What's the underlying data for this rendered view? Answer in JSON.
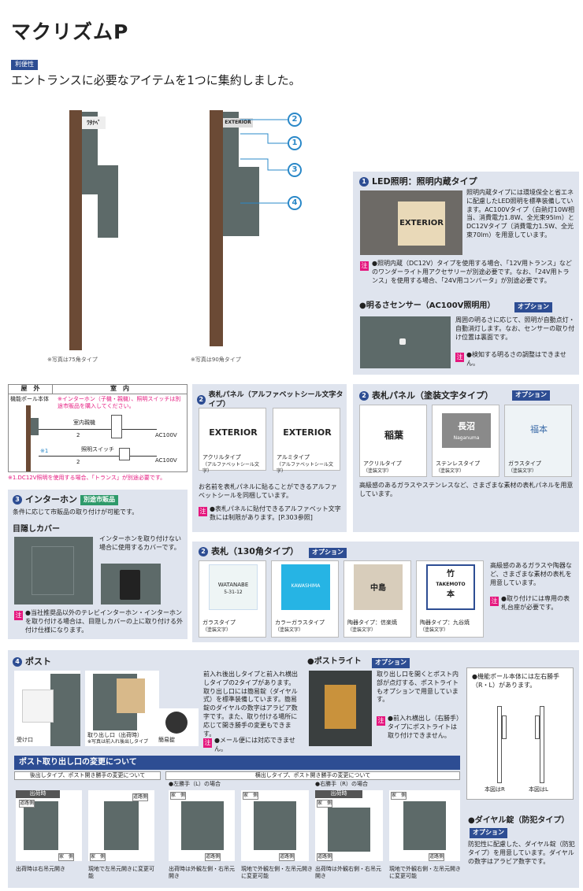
{
  "header": {
    "title": "マクリズムP",
    "tag": "利便性",
    "subtitle": "エントランスに必要なアイテムを1つに集約しました。"
  },
  "products": {
    "caption_left": "※写真は75角タイプ",
    "caption_right": "※写真は90角タイプ",
    "sign_left": "ﾜﾀﾅﾍﾞ",
    "sign_right": "EXTERIOR",
    "callouts": [
      "2",
      "1",
      "3",
      "4"
    ]
  },
  "led": {
    "num": "1",
    "title": "LED照明：照明内蔵タイプ",
    "photo_text": "EXTERIOR",
    "desc": "照明内蔵タイプには環境保全と省エネに配慮したLED照明を標準装備しています。AC100Vタイプ（白熱灯10W相当、消費電力1.8W、全光束95lm）とDC12Vタイプ（消費電力1.5W、全光束70lm）を用意しています。",
    "note_mark": "注",
    "note": "●照明内蔵（DC12V）タイプを使用する場合、「12V用トランス」などのワンダーライト用アクセサリーが別途必要です。なお、「24V用トランス」を使用する場合、「24V用コンバータ」が別途必要です。",
    "sensor_title": "●明るさセンサー（AC100V照明用）",
    "sensor_opt": "オプション",
    "sensor_desc": "周囲の明るさに応じて、照明が自動点灯・自動消灯します。なお、センサーの取り付け位置は裏面です。",
    "sensor_note": "●検知する明るさの調整はできません。"
  },
  "wiring": {
    "outside": "屋　外",
    "inside": "室　内",
    "pole_label": "機能ポール本体",
    "warn": "※インターホン（子機・親機）、照明スイッチは別途市販品を購入してください。",
    "master": "室内親機",
    "switch": "照明スイッチ",
    "ac1": "AC100V",
    "ac2": "AC100V",
    "f1": "2",
    "f2": "2",
    "mark": "※1",
    "footnote": "※1.DC12V照明を使用する場合、「トランス」が別途必要です。"
  },
  "plate_alpha": {
    "num": "2",
    "title": "表札パネル（アルファベットシール文字タイプ）",
    "items": [
      {
        "text": "EXTERIOR",
        "label": "アクリルタイプ",
        "sub": "（アルファベットシール文字）"
      },
      {
        "text": "EXTERIOR",
        "label": "アルミタイプ",
        "sub": "（アルファベットシール文字）"
      }
    ],
    "desc": "お名前を表札パネルに貼ることができるアルファベットシールを同梱しています。",
    "note": "●表札パネルに貼付できるアルファベット文字数には制限があります。[P.303参照]"
  },
  "plate_paint": {
    "num": "2",
    "title": "表札パネル（塗装文字タイプ）",
    "opt": "オプション",
    "items": [
      {
        "text": "稲葉",
        "label": "アクリルタイプ",
        "sub": "（塗装文字）"
      },
      {
        "text": "長沼",
        "text2": "Naganuma",
        "label": "ステンレスタイプ",
        "sub": "（塗装文字）"
      },
      {
        "text": "福本",
        "label": "ガラスタイプ",
        "sub": "（塗装文字）"
      }
    ],
    "desc": "高級感のあるガラスやステンレスなど、さまざまな素材の表札パネルを用意しています。"
  },
  "intercom": {
    "num": "3",
    "title": "インターホン",
    "tag": "別途市販品",
    "desc": "条件に応じて市販品の取り付けが可能です。",
    "cover_title": "目隠しカバー",
    "cover_desc": "インターホンを取り付けない場合に使用するカバーです。",
    "note": "●当社推奨品以外のテレビインターホン・インターホンを取り付ける場合は、目隠しカバーの上に取り付ける外付け仕様になります。"
  },
  "nameplate": {
    "num": "2",
    "title": "表札（130角タイプ）",
    "opt": "オプション",
    "items": [
      {
        "text": "WATANABE",
        "text2": "5-31-12",
        "label": "ガラスタイプ",
        "sub": "（塗装文字）"
      },
      {
        "text": "KAWASHIMA",
        "label": "カラーガラスタイプ",
        "sub": "（塗装文字）"
      },
      {
        "text": "中島",
        "label": "陶器タイプ：信楽焼",
        "sub": "（塗装文字）"
      },
      {
        "text": "竹",
        "text2": "TAKEMOTO",
        "text3": "本",
        "label": "陶器タイプ：九谷焼",
        "sub": "（塗装文字）"
      }
    ],
    "desc": "高級感のあるガラスや陶器など、さまざまな素材の表札を用意しています。",
    "note": "●取り付けには専用の表札台座が必要です。"
  },
  "post": {
    "num": "4",
    "title": "ポスト",
    "cap1": "受け口",
    "cap2": "取り出し口（出荷時）",
    "cap2b": "※写真は前入れ後出しタイプ",
    "cap3": "簡易錠",
    "desc": "前入れ後出しタイプと前入れ横出しタイプの2タイプがあります。取り出し口には簡易錠（ダイヤル式）を標準装備しています。簡易錠のダイヤルの数字はアラビア数字です。また、取り付ける場所に応じて開き勝手の変更もできます。",
    "note": "●メール便には対応できません。",
    "light_title": "●ポストライト",
    "light_opt": "オプション",
    "light_desc": "取り出し口を開くとポスト内部が点灯する、ポストライトもオプションで用意しています。",
    "light_note": "●前入れ横出し（右勝手）タイプにポストライトは取り付けできません。"
  },
  "lr": {
    "title": "●機能ポール本体には左右勝手（R・L）があります。",
    "cap_r": "本図はR",
    "cap_l": "本図はL"
  },
  "change": {
    "title": "ポスト取り出し口の変更について",
    "sub1": "後出しタイプ、ポスト開き勝手の変更について",
    "sub2": "横出しタイプ、ポスト開き勝手の変更について",
    "left_case": "●左勝手（L）の場合",
    "right_case": "●右勝手（R）の場合",
    "shipping": "出荷時",
    "road": "道路側",
    "house": "家　側",
    "caps": [
      "出荷時は右吊元開き",
      "現地で左吊元開きに変更可能",
      "出荷時は外観左側・右吊元開き",
      "現地で外観左側・左吊元開きに変更可能",
      "出荷時は外観右側・右吊元開き",
      "現地で外観右側・左吊元開きに変更可能"
    ]
  },
  "dial": {
    "title": "●ダイヤル錠（防犯タイプ）",
    "opt": "オプション",
    "desc": "防犯性に配慮した、ダイヤル錠（防犯タイプ）を用意しています。ダイヤルの数字はアラビア数字です。"
  },
  "colors": {
    "accent": "#2d4d93",
    "note": "#e5177e",
    "wood": "#6b4a35",
    "steel": "#5d6a69"
  }
}
